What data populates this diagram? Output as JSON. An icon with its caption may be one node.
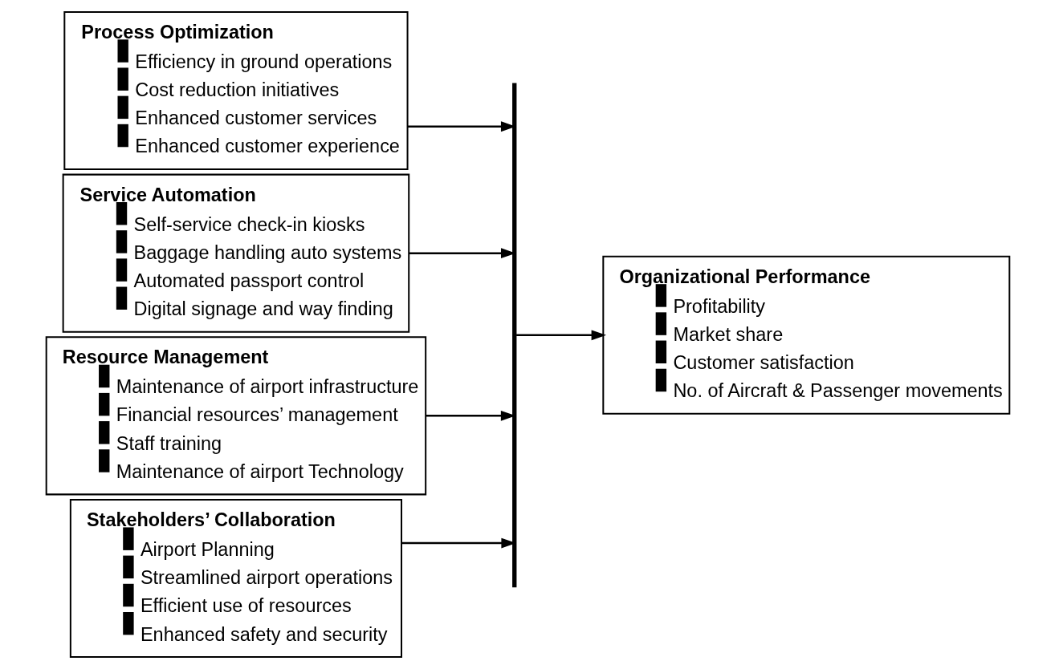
{
  "diagram": {
    "nodes": [
      {
        "text": [
          "Process Optimization",
          "Efficiency in ground operations",
          "Cost reduction initiatives",
          "Enhanced customer services",
          "Enhanced customer experience"
        ]
      },
      {
        "text": [
          "Service Automation",
          "Self-service check-in kiosks",
          "Baggage handling auto systems",
          "Automated passport control",
          "Digital signage and way finding"
        ]
      },
      {
        "text": [
          "Resource Management",
          "Maintenance of airport infrastructure",
          "Financial resources’ management",
          "Staff training",
          "Maintenance of airport Technology"
        ]
      },
      {
        "text": [
          "Stakeholders’ Collaboration",
          "Airport Planning",
          "Streamlined airport operations",
          "Efficient use of resources",
          "Enhanced safety and security"
        ]
      },
      {
        "text": [],
        "shape": "bar"
      },
      {
        "text": [
          "Organizational Performance",
          "Profitability",
          "Market share",
          "Customer satisfaction",
          "No. of Aircraft & Passenger movements"
        ]
      }
    ],
    "edges": [
      {
        "from": 0,
        "to": 4,
        "arrow": "to"
      },
      {
        "from": 1,
        "to": 4,
        "arrow": "to"
      },
      {
        "from": 2,
        "to": 4,
        "arrow": "to"
      },
      {
        "from": 3,
        "to": 4,
        "arrow": "to"
      },
      {
        "from": 4,
        "to": 5,
        "arrow": "to"
      }
    ]
  }
}
